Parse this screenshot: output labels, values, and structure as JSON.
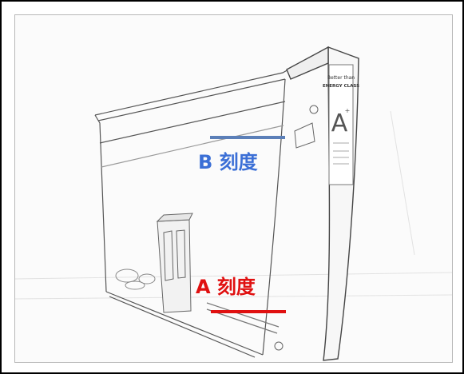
{
  "photo": {
    "description_icon": "water-tank-sketch-icon",
    "badge": {
      "line1": "Better than",
      "line2": "ENERGY CLASS",
      "grade": "A",
      "grade_plus": "+"
    }
  },
  "annotations": {
    "b": {
      "label": "B 刻度",
      "color": "#3b6fd6",
      "line_color": "#5b7fb8"
    },
    "a": {
      "label": "A 刻度",
      "color": "#e01010",
      "line_color": "#e01010"
    }
  }
}
